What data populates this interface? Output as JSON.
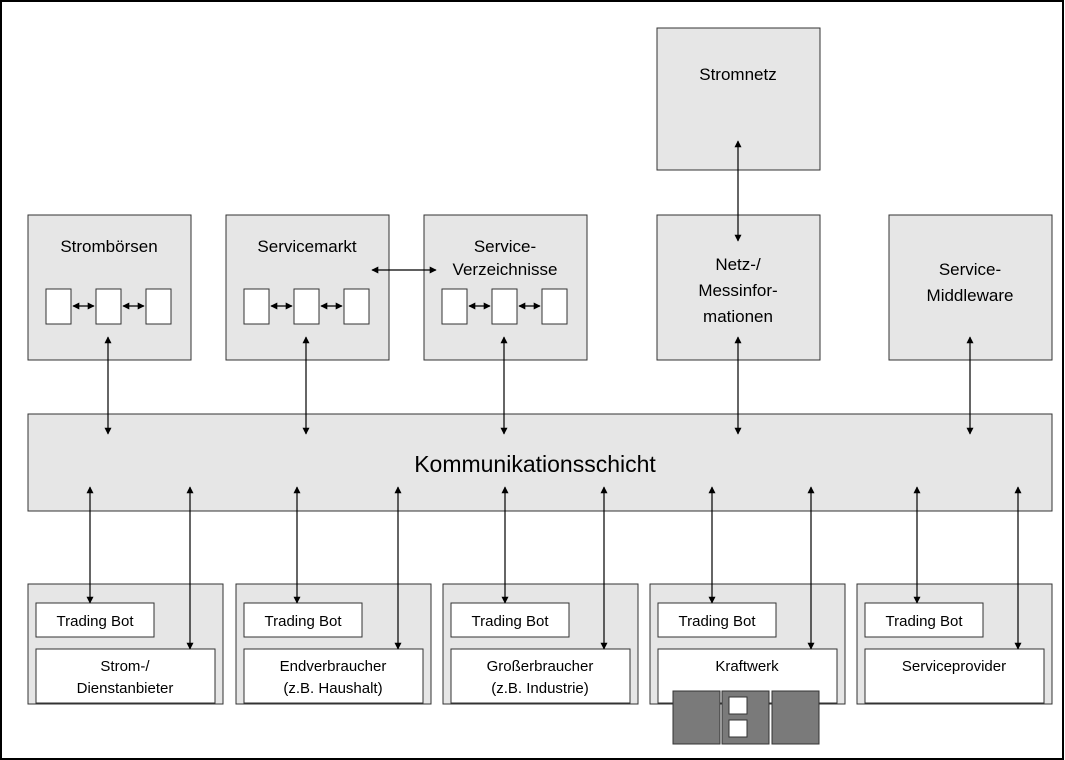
{
  "stromnetz": "Stromnetz",
  "boxes": {
    "stromboersen": "Strombörsen",
    "servicemarkt": "Servicemarkt",
    "verzeichnisse_line1": "Service-",
    "verzeichnisse_line2": "Verzeichnisse",
    "netz_line1": "Netz-/",
    "netz_line2": "Messinfor-",
    "netz_line3": "mationen",
    "middleware_line1": "Service-",
    "middleware_line2": "Middleware"
  },
  "kommunikation": "Kommunikationsschicht",
  "participants": [
    {
      "bot": "Trading Bot",
      "line1": "Strom-/",
      "line2": "Dienstanbieter"
    },
    {
      "bot": "Trading Bot",
      "line1": "Endverbraucher",
      "line2": "(z.B. Haushalt)"
    },
    {
      "bot": "Trading Bot",
      "line1": "Großerbraucher",
      "line2": "(z.B. Industrie)"
    },
    {
      "bot": "Trading Bot",
      "line1": "Kraftwerk",
      "line2": ""
    },
    {
      "bot": "Trading Bot",
      "line1": "Serviceprovider",
      "line2": ""
    }
  ]
}
